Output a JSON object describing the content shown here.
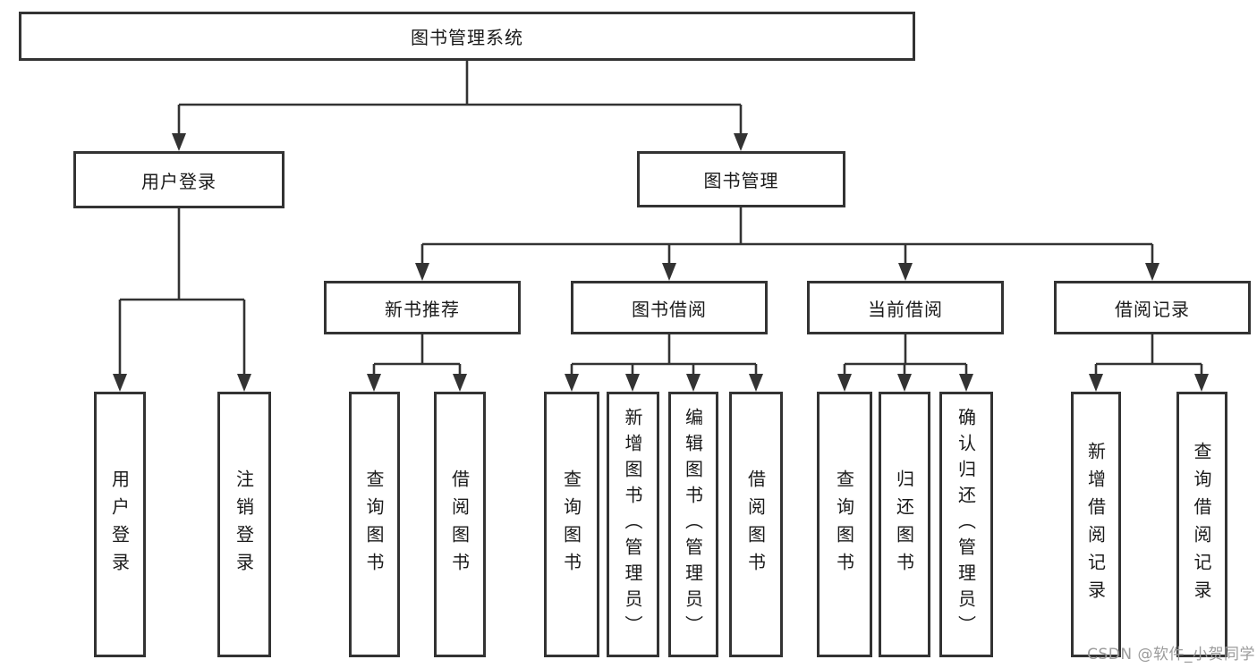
{
  "diagram": {
    "root": "图书管理系统",
    "user_login": {
      "label": "用户登录",
      "children": [
        "用户登录",
        "注销登录"
      ]
    },
    "book_management": {
      "label": "图书管理",
      "sections": {
        "new_books": {
          "label": "新书推荐",
          "children": [
            "查询图书",
            "借阅图书"
          ]
        },
        "borrowing": {
          "label": "图书借阅",
          "children": [
            "查询图书",
            "新增图书（管理员）",
            "编辑图书（管理员）",
            "借阅图书"
          ]
        },
        "current": {
          "label": "当前借阅",
          "children": [
            "查询图书",
            "归还图书",
            "确认归还（管理员）"
          ]
        },
        "records": {
          "label": "借阅记录",
          "children": [
            "新增借阅记录",
            "查询借阅记录"
          ]
        }
      }
    }
  },
  "watermark": {
    "text": "CSDN @软件_小贺同学"
  },
  "colors": {
    "line": "#333333",
    "box_border": "#333333",
    "box_fill": "#ffffff",
    "text": "#1a1a1a",
    "watermark": "#9b9b9b",
    "background": "#ffffff"
  }
}
